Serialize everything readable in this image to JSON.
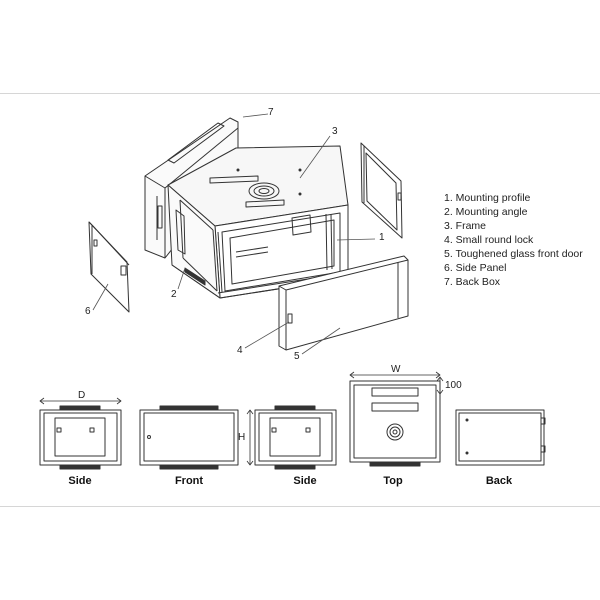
{
  "callouts": {
    "c1": "1",
    "c2": "2",
    "c3": "3",
    "c4": "4",
    "c5": "5",
    "c6": "6",
    "c7": "7"
  },
  "legend": [
    "1. Mounting profile",
    "2. Mounting angle",
    "3. Frame",
    "4. Small round lock",
    "5. Toughened glass front door",
    "6. Side Panel",
    "7. Back Box"
  ],
  "dimensions": {
    "d": "D",
    "h": "H",
    "w": "W",
    "depth_100": "100"
  },
  "views": {
    "side1": "Side",
    "front": "Front",
    "side2": "Side",
    "top": "Top",
    "back": "Back"
  },
  "colors": {
    "line": "#333333",
    "thin": "#555555",
    "rule": "#d6d6d6"
  }
}
